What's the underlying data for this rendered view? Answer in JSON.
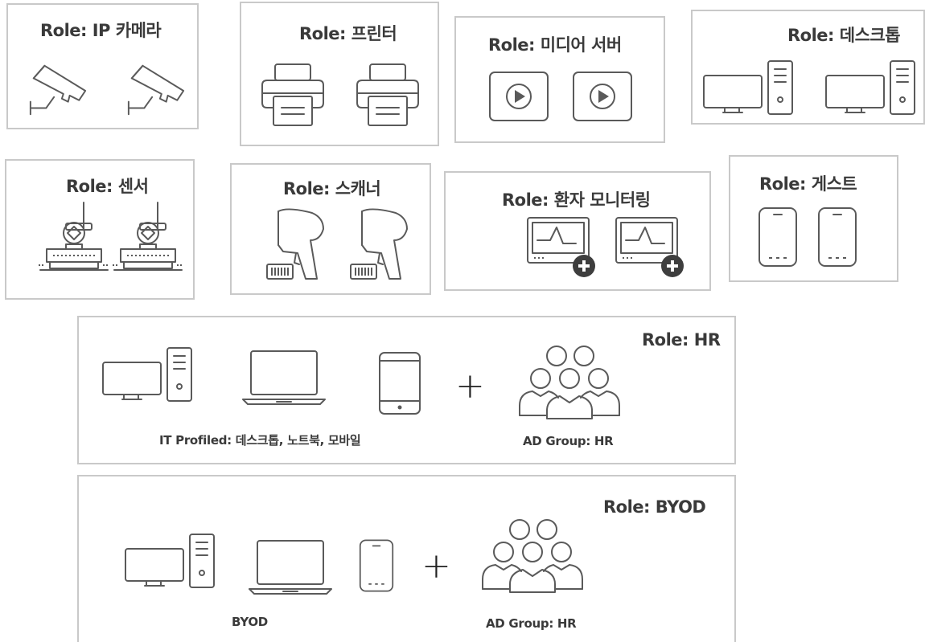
{
  "roles": {
    "ip_camera": "Role: IP 카메라",
    "printer": "Role: 프린터",
    "media_server": "Role: 미디어 서버",
    "desktop": "Role: 데스크톱",
    "sensor": "Role: 센서",
    "scanner": "Role: 스캐너",
    "patient_monitoring": "Role: 환자 모니터링",
    "guest": "Role: 게스트",
    "hr": "Role: HR",
    "byod": "Role: BYOD"
  },
  "hr_panel": {
    "devices_caption": "IT Profiled: 데스크톱, 노트북, 모바일",
    "group_caption": "AD Group: HR",
    "plus": "+"
  },
  "byod_panel": {
    "devices_caption": "BYOD",
    "group_caption": "AD Group: HR",
    "plus": "+"
  },
  "icons": [
    "security-camera-icon",
    "printer-icon",
    "play-button-icon",
    "desktop-computer-icon",
    "sensor-icon",
    "barcode-scanner-icon",
    "patient-monitor-icon",
    "mobile-phone-icon",
    "laptop-icon",
    "tablet-icon",
    "user-group-icon"
  ]
}
